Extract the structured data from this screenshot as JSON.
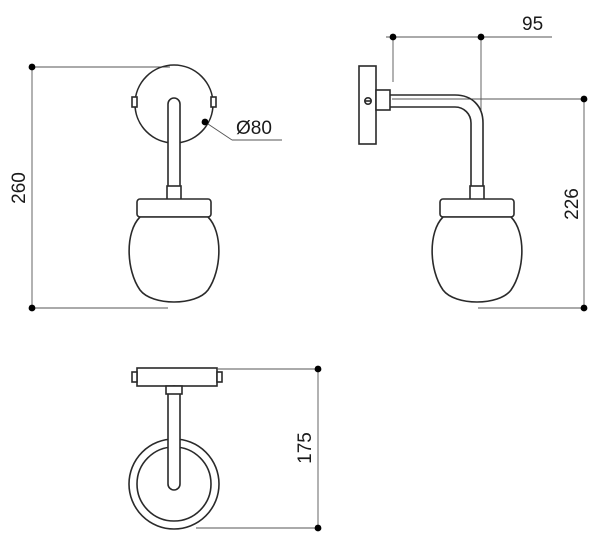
{
  "dimensions": {
    "front_height": "260",
    "diameter": "Ø80",
    "side_projection": "95",
    "side_height": "226",
    "top_depth": "175"
  }
}
